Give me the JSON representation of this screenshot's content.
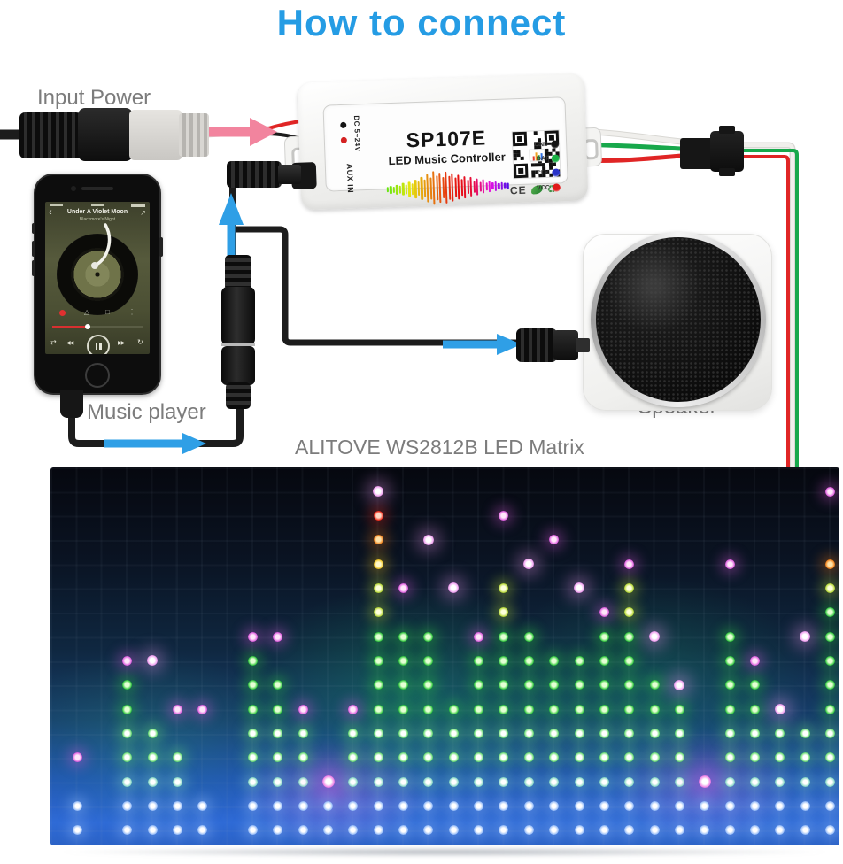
{
  "page": {
    "title": "How to connect",
    "title_color": "#259ce4"
  },
  "labels": {
    "input_power": "Input Power",
    "music_player": "Music player",
    "speaker": "Speaker",
    "led_matrix": "ALITOVE WS2812B LED Matrix"
  },
  "controller": {
    "model": "SP107E",
    "subtitle": "LED Music Controller",
    "dc_label": "DC 5~24V",
    "aux_label": "AUX IN",
    "pins": [
      {
        "label": "GND",
        "color": "#141414"
      },
      {
        "label": "DAT",
        "color": "#18b244"
      },
      {
        "label": "CLK",
        "color": "#2832c8"
      },
      {
        "label": "VCC",
        "color": "#e01a1a"
      }
    ],
    "cert_ce": "CE",
    "recycle_icon": "♻",
    "waveform": {
      "heights": [
        6,
        9,
        7,
        11,
        9,
        14,
        11,
        17,
        13,
        21,
        16,
        26,
        20,
        32,
        25,
        38,
        28,
        34,
        24,
        36,
        27,
        32,
        22,
        28,
        19,
        25,
        16,
        22,
        13,
        19,
        11,
        16,
        9,
        13,
        8,
        11,
        7,
        9,
        6,
        7
      ]
    }
  },
  "phone": {
    "song_title": "Under A Violet Moon",
    "song_subtitle": "Blackmore's Night",
    "back_icon": "‹",
    "share_icon": "↗",
    "icons_row": [
      "△",
      "□",
      "⋮"
    ],
    "shuffle_icon": "⇄",
    "prev_icon": "◀◀",
    "next_icon": "▶▶",
    "repeat_icon": "↻"
  },
  "wires": {
    "red": "#e02525",
    "green": "#17a84b",
    "white": "#f0efec",
    "white_edge": "#d9d8d4",
    "black": "#1c1c1c"
  },
  "arrows": {
    "pink": "#f2849e",
    "blue": "#2f9fe6"
  },
  "matrix": {
    "rows": [
      "............W.................P",
      "............R....P.............",
      "............O.W....P...........",
      "............Y.....W...P...P...O",
      "............yP.W.y..W.y.......y",
      "............y....y...Py.......G",
      ".......PP...GGG.PGG..GGW..G..WG",
      "..PW...G....GGG.GGGGGGG...GP..G",
      "..G....GG...GGG.GGGGGGGGW.GG..G",
      "..G.PP.GGP.PGGGGGGGGGGGGG.GGW.G",
      "..gg...ggg.gggggggggggggg.ggggg",
      "P.ggg..ggg.gggggggggggggg.ggggg",
      "..TTT..TTTMTTTTTTTTTTTTTTMTTTTT",
      "B.BBBB.BBBBBBBBBBBBBBBBBBBBBBBB",
      "B.BBBB.BBBBBBBBBBBBBBBBBBBBBBBB"
    ],
    "palette": {
      "P": {
        "c": "#ffe6fa",
        "g": "#e05ce0",
        "s": 11,
        "h": 14
      },
      "W": {
        "c": "#ffffff",
        "g": "#f09af0",
        "s": 12,
        "h": 17
      },
      "M": {
        "c": "#ffffff",
        "g": "#ee7ce6",
        "s": 14,
        "h": 24
      },
      "R": {
        "c": "#ffd8c4",
        "g": "#f22a18",
        "s": 11,
        "h": 14
      },
      "O": {
        "c": "#ffe2a8",
        "g": "#f07c14",
        "s": 11,
        "h": 14
      },
      "Y": {
        "c": "#fff8c8",
        "g": "#f0c41e",
        "s": 11,
        "h": 14
      },
      "y": {
        "c": "#fdffdc",
        "g": "#b6d832",
        "s": 11,
        "h": 13
      },
      "G": {
        "c": "#e4ffd4",
        "g": "#30c83c",
        "s": 11,
        "h": 13
      },
      "g": {
        "c": "#ffffff",
        "g": "#66dc6e",
        "s": 11,
        "h": 13
      },
      "T": {
        "c": "#ffffff",
        "g": "#86d8c4",
        "s": 11,
        "h": 13
      },
      "B": {
        "c": "#ffffff",
        "g": "#96bcf8",
        "s": 11,
        "h": 13
      }
    }
  }
}
